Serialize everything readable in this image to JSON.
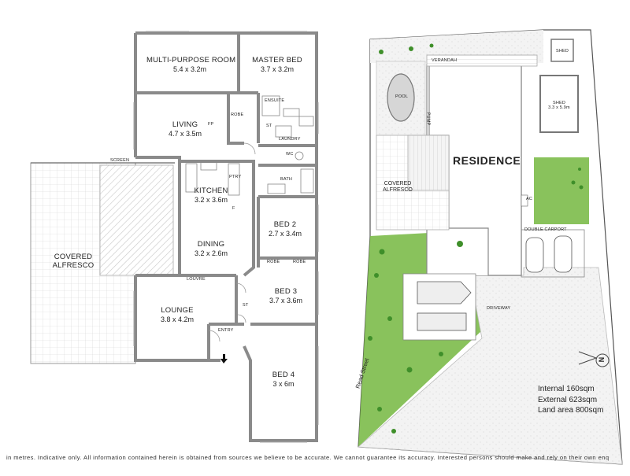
{
  "floor_plan": {
    "rooms": [
      {
        "id": "multi",
        "name": "MULTI-PURPOSE ROOM",
        "dims": "5.4 x 3.2m"
      },
      {
        "id": "master",
        "name": "MASTER BED",
        "dims": "3.7 x 3.2m"
      },
      {
        "id": "living",
        "name": "LIVING",
        "dims": "4.7 x 3.5m"
      },
      {
        "id": "kitchen",
        "name": "KITCHEN",
        "dims": "3.2 x 3.6m"
      },
      {
        "id": "dining",
        "name": "DINING",
        "dims": "3.2 x 2.6m"
      },
      {
        "id": "bed2",
        "name": "BED 2",
        "dims": "2.7 x 3.4m"
      },
      {
        "id": "bed3",
        "name": "BED 3",
        "dims": "3.7 x 3.6m"
      },
      {
        "id": "lounge",
        "name": "LOUNGE",
        "dims": "3.8 x 4.2m"
      },
      {
        "id": "bed4",
        "name": "BED 4",
        "dims": "3 x 6m"
      },
      {
        "id": "alfresco",
        "name": "COVERED ALFRESCO",
        "dims": ""
      }
    ],
    "small_labels": {
      "ensuite": "ENSUITE",
      "laundry": "LAUNDRY",
      "wc": "WC",
      "bath": "BATH",
      "st1": "ST",
      "st2": "ST",
      "robe1": "ROBE",
      "robe2": "ROBE",
      "robe3": "ROBE",
      "ptry": "PTRY",
      "fp": "FP",
      "f": "F",
      "louvre": "LOUVRE",
      "entry": "ENTRY",
      "screen": "SCREEN"
    }
  },
  "site_plan": {
    "residence": "RESIDENCE",
    "verandah": "VERANDAH",
    "shed_top": "SHED",
    "shed_main": "SHED",
    "shed_dims": "3.3 x 5.9m",
    "pool": "POOL",
    "pump": "PUMP",
    "alfresco_line1": "COVERED",
    "alfresco_line2": "ALFRESCO",
    "ac": "AC",
    "carport": "DOUBLE CARPORT",
    "driveway": "DRIVEWAY",
    "street": "Read Street",
    "north_symbol": "N"
  },
  "areas": {
    "internal": "Internal 160sqm",
    "external": "External 623sqm",
    "land": "Land area 800sqm"
  },
  "disclaimer": "in metres. Indicative only. All information contained herein is obtained from sources we believe to be accurate. We cannot guarantee its accuracy. Interested persons should make and rely on their own enq",
  "colors": {
    "wall": "#8a8a8a",
    "lawn": "#7cbb4a",
    "tree": "#3f8f2a",
    "hatch": "#b8b8b8"
  }
}
